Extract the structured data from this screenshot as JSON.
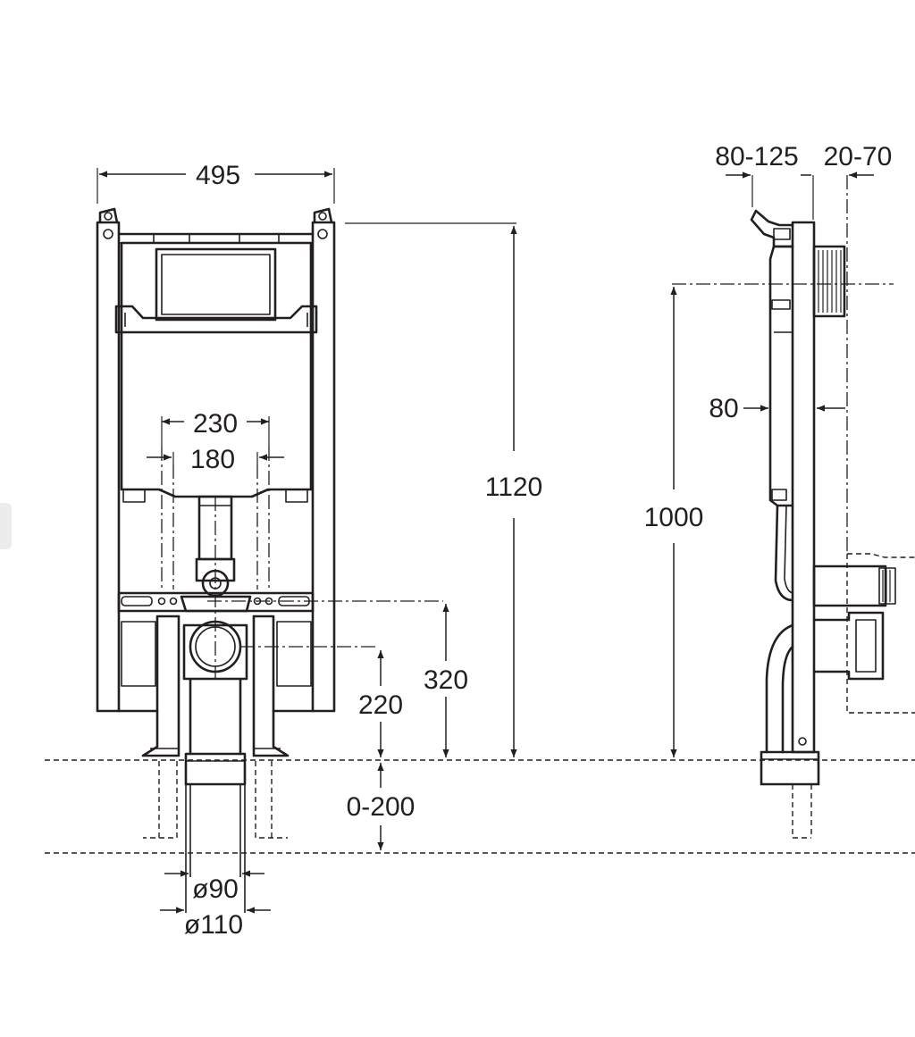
{
  "dimensions": {
    "frame_width": "495",
    "total_height": "1120",
    "outer_spacing": "230",
    "inner_spacing": "180",
    "outlet_height": "320",
    "connection_height": "220",
    "floor_adjust": "0-200",
    "pipe_inner": "ø90",
    "pipe_outer": "ø110",
    "wall_depth": "80-125",
    "wall_offset": "20-70",
    "side_offset": "80",
    "flush_height": "1000"
  }
}
